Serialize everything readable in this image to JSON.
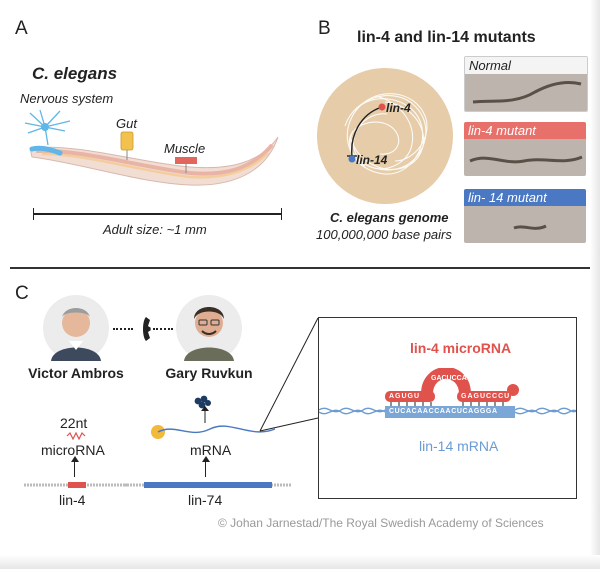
{
  "panelA": {
    "letter": "A",
    "title": "C. elegans",
    "labels": {
      "nervous": "Nervous system",
      "gut": "Gut",
      "muscle": "Muscle"
    },
    "size": "Adult size: ~1 mm"
  },
  "panelB": {
    "letter": "B",
    "title": "lin-4 and lin-14 mutants",
    "gene1": "lin-4",
    "gene2": "lin-14",
    "genome_title": "C. elegans genome",
    "genome_size": "100,000,000 base pairs",
    "thumbs": [
      {
        "label": "Normal",
        "color": "#f4f4f4",
        "text_color": "#222"
      },
      {
        "label": "lin-4 mutant",
        "color": "#e8706a",
        "text_color": "#ffffff"
      },
      {
        "label": "lin- 14 mutant",
        "color": "#4a78c2",
        "text_color": "#ffffff"
      }
    ]
  },
  "panelC": {
    "letter": "C",
    "person1": "Victor Ambros",
    "person2": "Gary Ruvkun",
    "left_top": "22nt",
    "left_mid": "microRNA",
    "left_gene": "lin-4",
    "mid_label": "mRNA",
    "mid_gene": "lin-74",
    "zoom_title": "lin-4 microRNA",
    "zoom_sub": "lin-14 mRNA",
    "seq_left": "AGUGU",
    "seq_loop": "GACUCCA",
    "seq_right": "GAGUCCCU",
    "seq_bottom": "CUCACAACCAACUCAGGGA"
  },
  "credit": "© Johan Jarnestad/The Royal Swedish Academy of Sciences",
  "colors": {
    "red": "#e0524c",
    "blue": "#6b9bd2",
    "beige": "#e7cfae",
    "dark": "#222222"
  }
}
